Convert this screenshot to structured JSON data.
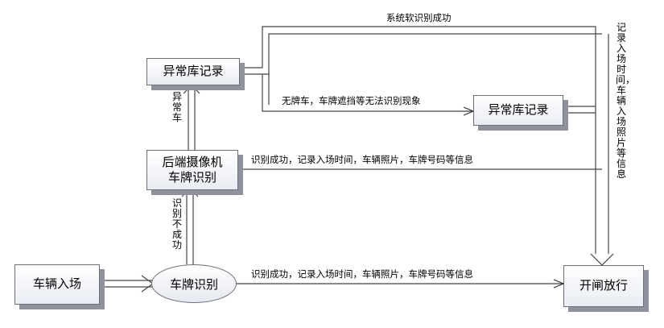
{
  "nodes": {
    "entry": "车辆入场",
    "plate_recognition": "车牌识别",
    "rear_camera_line1": "后端摄像机",
    "rear_camera_line2": "车牌识别",
    "abnormal_db_top": "异常库记录",
    "abnormal_db_mid": "异常库记录",
    "gate_open": "开闸放行"
  },
  "edges": {
    "recognized_top": "系统软识别成功",
    "no_plate": "无牌车，车牌遮挡等无法识别现象",
    "success_upper": "识别成功，记录入场时间，车辆照片，车牌号码等信息",
    "success_lower": "识别成功，记录入场时间，车辆照片，车牌号码等信息",
    "abnormal_vehicle": "异常车",
    "not_recognized": "识别不成功",
    "record_vertical": "记录入场时间，车辆入场照片等信息"
  }
}
